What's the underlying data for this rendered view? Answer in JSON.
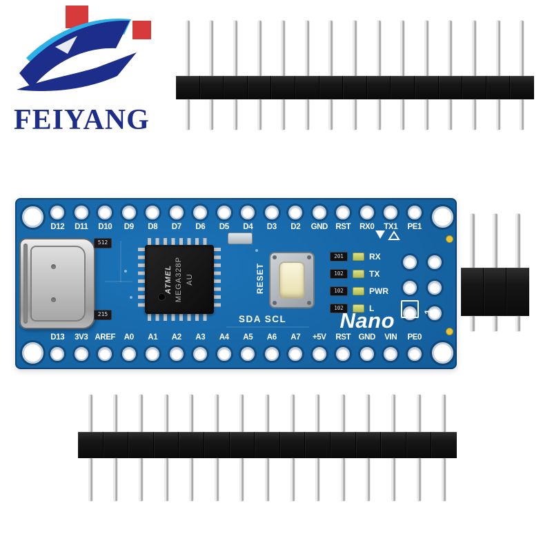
{
  "brand": {
    "logo_text": "FEIYANG"
  },
  "pcb": {
    "model_label": "Nano",
    "reset_label": "RESET",
    "i2c_label": "SDA SCL",
    "pin1_label": "1",
    "top_pin_labels": [
      "D12",
      "D11",
      "D10",
      "D9",
      "D8",
      "D7",
      "D6",
      "D5",
      "D4",
      "D3",
      "D2",
      "GND",
      "RST",
      "RX0",
      "TX1",
      "PE1"
    ],
    "bottom_pin_labels": [
      "D13",
      "3V3",
      "AREF",
      "A0",
      "A1",
      "A2",
      "A3",
      "A4",
      "A5",
      "A6",
      "A7",
      "+5V",
      "RST",
      "GND",
      "VIN",
      "PE0"
    ],
    "chip": {
      "brand": "ATMEL",
      "part": "MEGA328P",
      "package": "AU"
    },
    "smd_labels": {
      "left_top": "512",
      "left_bottom": "215"
    },
    "led_rows": [
      {
        "resistor": "201",
        "label": "RX"
      },
      {
        "resistor": "102",
        "label": "TX"
      },
      {
        "resistor": "102",
        "label": "PWR"
      },
      {
        "resistor": "102",
        "label": "L"
      }
    ],
    "hole_counts": {
      "top_row": 16,
      "bottom_row": 16,
      "icsp": 6
    }
  },
  "headers": {
    "top": {
      "pin_count": 15
    },
    "bottom": {
      "pin_count": 15
    },
    "side": {
      "pin_count": 3
    }
  },
  "colors": {
    "pcb_blue": "#15619f",
    "logo_navy": "#1d2d8a",
    "logo_red": "#d63a3a",
    "logo_cyan": "#2bb0e8",
    "header_black": "#141414",
    "pin_silver": "#c9c9c9",
    "silkscreen_white": "#ffffff",
    "button_cream": "#f2ebc4",
    "led_yellow": "#cdd36e"
  }
}
